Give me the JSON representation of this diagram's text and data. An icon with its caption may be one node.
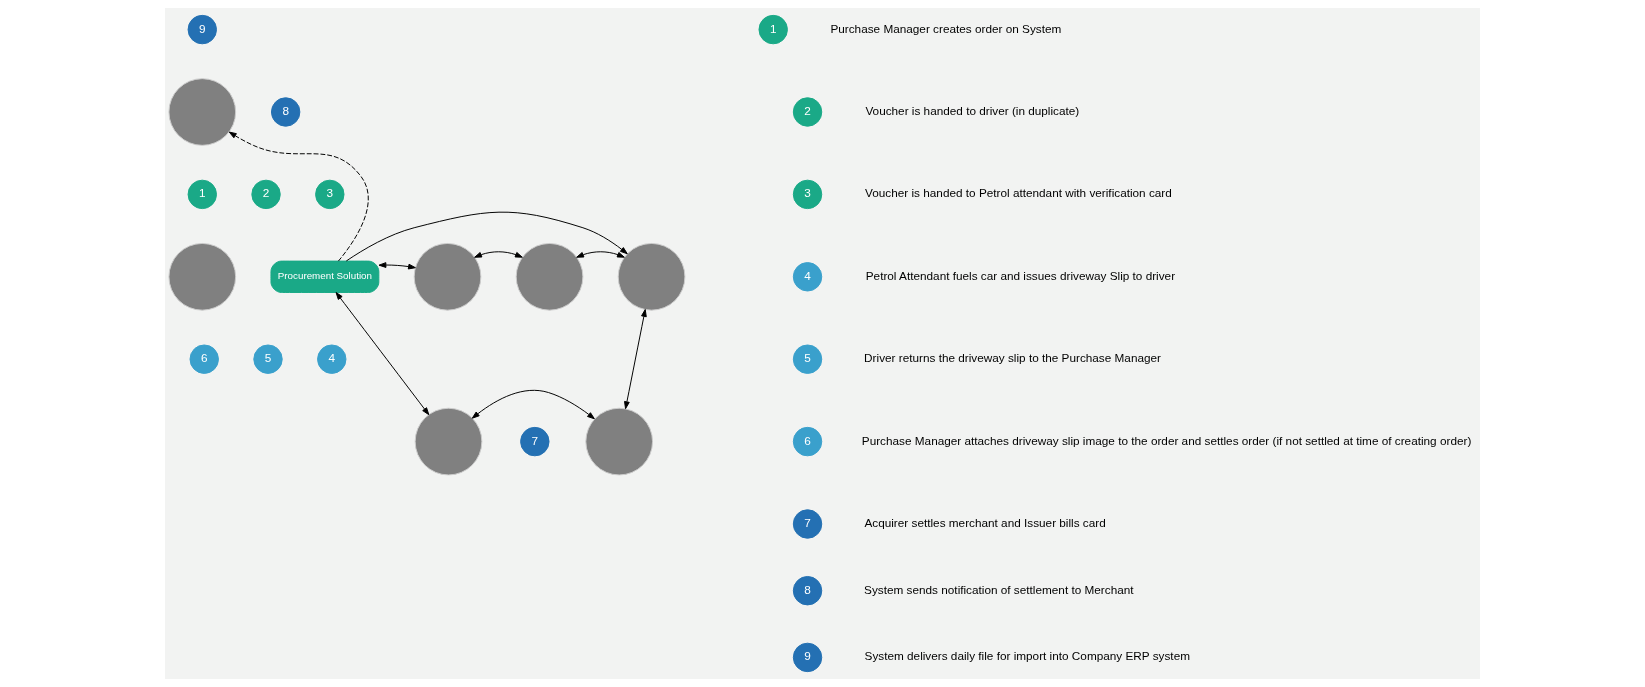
{
  "diagram": {
    "nodes": [
      {
        "text": [
          "9"
        ]
      },
      {
        "text": [],
        "shape": "circle"
      },
      {
        "text": [
          "8"
        ]
      },
      {
        "text": [
          "1"
        ]
      },
      {
        "text": [
          "2"
        ]
      },
      {
        "text": [
          "3"
        ]
      },
      {
        "text": [],
        "shape": "circle"
      },
      {
        "text": [
          "Procurement Solution"
        ]
      },
      {
        "text": [],
        "shape": "circle"
      },
      {
        "text": [],
        "shape": "circle"
      },
      {
        "text": [],
        "shape": "circle"
      },
      {
        "text": [
          "6"
        ]
      },
      {
        "text": [
          "5"
        ]
      },
      {
        "text": [
          "4"
        ]
      },
      {
        "text": [],
        "shape": "circle"
      },
      {
        "text": [
          "7"
        ]
      },
      {
        "text": [],
        "shape": "circle"
      },
      {
        "text": [
          "1"
        ],
        "beside": [
          "Purchase Manager creates order on System"
        ]
      },
      {
        "text": [
          "2"
        ],
        "beside": [
          "Voucher is handed to driver (in duplicate)"
        ]
      },
      {
        "text": [
          "3"
        ],
        "beside": [
          "Voucher is handed to Petrol attendant with verification card"
        ]
      },
      {
        "text": [
          "4"
        ],
        "beside": [
          "Petrol Attendant fuels car and issues driveway Slip to driver"
        ]
      },
      {
        "text": [
          "5"
        ],
        "beside": [
          "Driver returns the driveway slip to the Purchase Manager"
        ]
      },
      {
        "text": [
          "6"
        ],
        "beside": [
          "Purchase Manager attaches driveway slip image to the order and settles order (if not settled at time of creating order)"
        ]
      },
      {
        "text": [
          "7"
        ],
        "beside": [
          "Acquirer settles merchant and Issuer bills card"
        ]
      },
      {
        "text": [
          "8"
        ],
        "beside": [
          "System sends notification of settlement to Merchant"
        ]
      },
      {
        "text": [
          "9"
        ],
        "beside": [
          "System delivers daily file for import into Company ERP system"
        ]
      }
    ],
    "edges": [
      {
        "from": 7,
        "to": 1,
        "arrow": "to",
        "style": "dashed"
      },
      {
        "from": 7,
        "to": 8,
        "arrow": "both"
      },
      {
        "from": 8,
        "to": 9,
        "arrow": "both"
      },
      {
        "from": 9,
        "to": 10,
        "arrow": "both"
      },
      {
        "from": 7,
        "to": 10,
        "arrow": "to"
      },
      {
        "from": 7,
        "to": 14,
        "arrow": "both"
      },
      {
        "from": 10,
        "to": 16,
        "arrow": "both"
      },
      {
        "from": 14,
        "to": 16,
        "arrow": "both"
      }
    ]
  }
}
